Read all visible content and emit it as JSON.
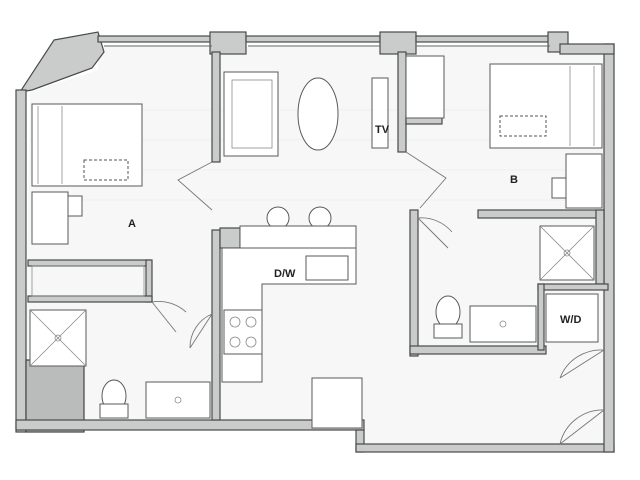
{
  "rooms": {
    "bedroom_a": "A",
    "bedroom_b": "B",
    "tv": "TV",
    "dishwasher": "D/W",
    "washer_dryer": "W/D"
  },
  "colors": {
    "wall": "#c9ccca",
    "floor": "#f7f7f7",
    "outline": "#4a4a4a"
  }
}
